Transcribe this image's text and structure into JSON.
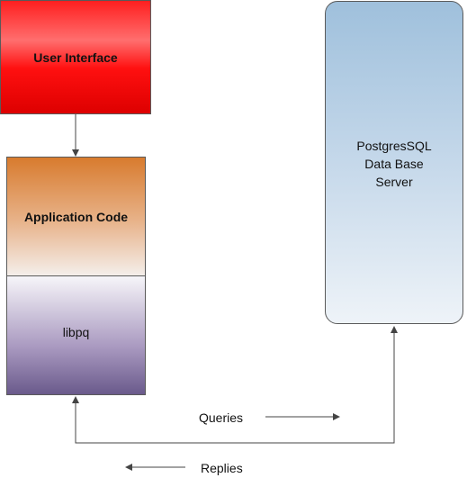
{
  "nodes": {
    "user_interface": "User Interface",
    "application_code": "Application Code",
    "libpq": "libpq",
    "server_line1": "PostgresSQL",
    "server_line2": "Data Base",
    "server_line3": "Server"
  },
  "labels": {
    "queries": "Queries",
    "replies": "Replies"
  },
  "colors": {
    "user_interface": "#ff2020",
    "application_code": "#d87b2e",
    "libpq": "#6a5a8c",
    "server": "#9fc0dc",
    "line": "#444444"
  }
}
